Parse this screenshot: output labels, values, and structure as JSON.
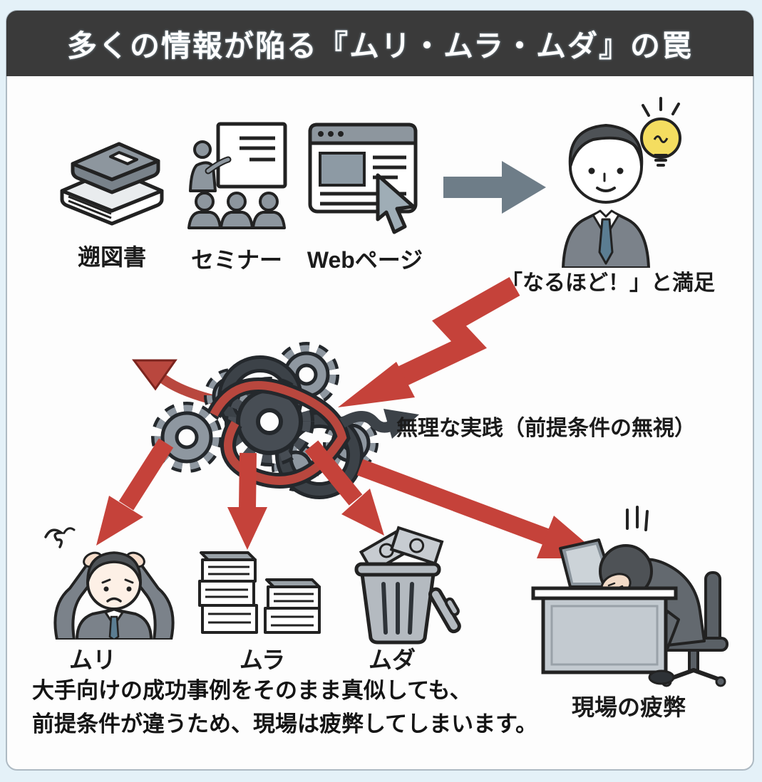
{
  "header": {
    "title": "多くの情報が陥る『ムリ・ムラ・ムダ』の罠"
  },
  "sources": {
    "books": {
      "label": "遡図書"
    },
    "seminar": {
      "label": "セミナー"
    },
    "web": {
      "label": "Webページ"
    }
  },
  "insight": {
    "caption": "「なるほど！」と満足"
  },
  "practice": {
    "caption": "無理な実践（前提条件の無視）"
  },
  "outcomes": {
    "muri": {
      "label": "ムリ"
    },
    "mura": {
      "label": "ムラ"
    },
    "muda": {
      "label": "ムダ"
    },
    "fatigue": {
      "label": "現場の疲弊"
    }
  },
  "footer": {
    "line1": "大手向けの成功事例をそのまま真似しても、",
    "line2": "前提条件が違うため、現場は疲弊してしまいます。"
  },
  "colors": {
    "header_bg": "#3a3a3a",
    "accent_red": "#c5423a",
    "arrow_gray": "#6e7d88",
    "bulb_yellow": "#f4dd60"
  }
}
